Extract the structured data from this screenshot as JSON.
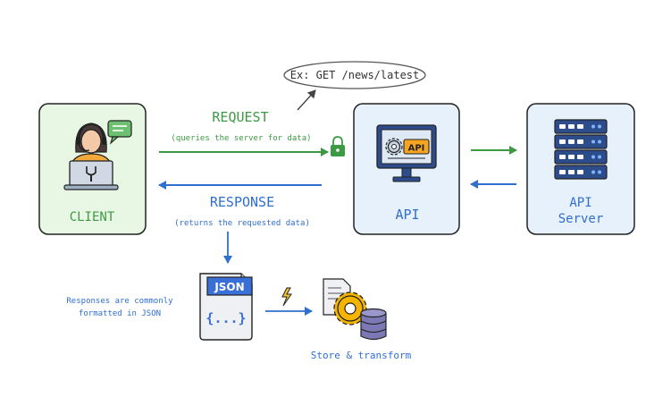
{
  "example_bubble": "Ex: GET /news/latest",
  "client": {
    "label": "CLIENT"
  },
  "request": {
    "label": "REQUEST",
    "caption": "(queries the server for data)"
  },
  "response": {
    "label": "RESPONSE",
    "caption": "(returns the requested data)"
  },
  "api": {
    "label": "API",
    "icon_text": "API"
  },
  "api_server": {
    "label_line1": "API",
    "label_line2": "Server"
  },
  "json_file": {
    "tab_label": "JSON",
    "braces": "{...}"
  },
  "json_note": {
    "line1": "Responses are commonly",
    "line2": "formatted in JSON"
  },
  "store": {
    "label": "Store & transform"
  },
  "colors": {
    "green": "#3d9a44",
    "blue": "#2f6fd0",
    "client_fill": "#e8f7e4",
    "api_fill": "#e7f1fb",
    "server_fill": "#e7f1fb",
    "server_blue": "#2d4c8c",
    "accent_orange": "#f4a623"
  }
}
